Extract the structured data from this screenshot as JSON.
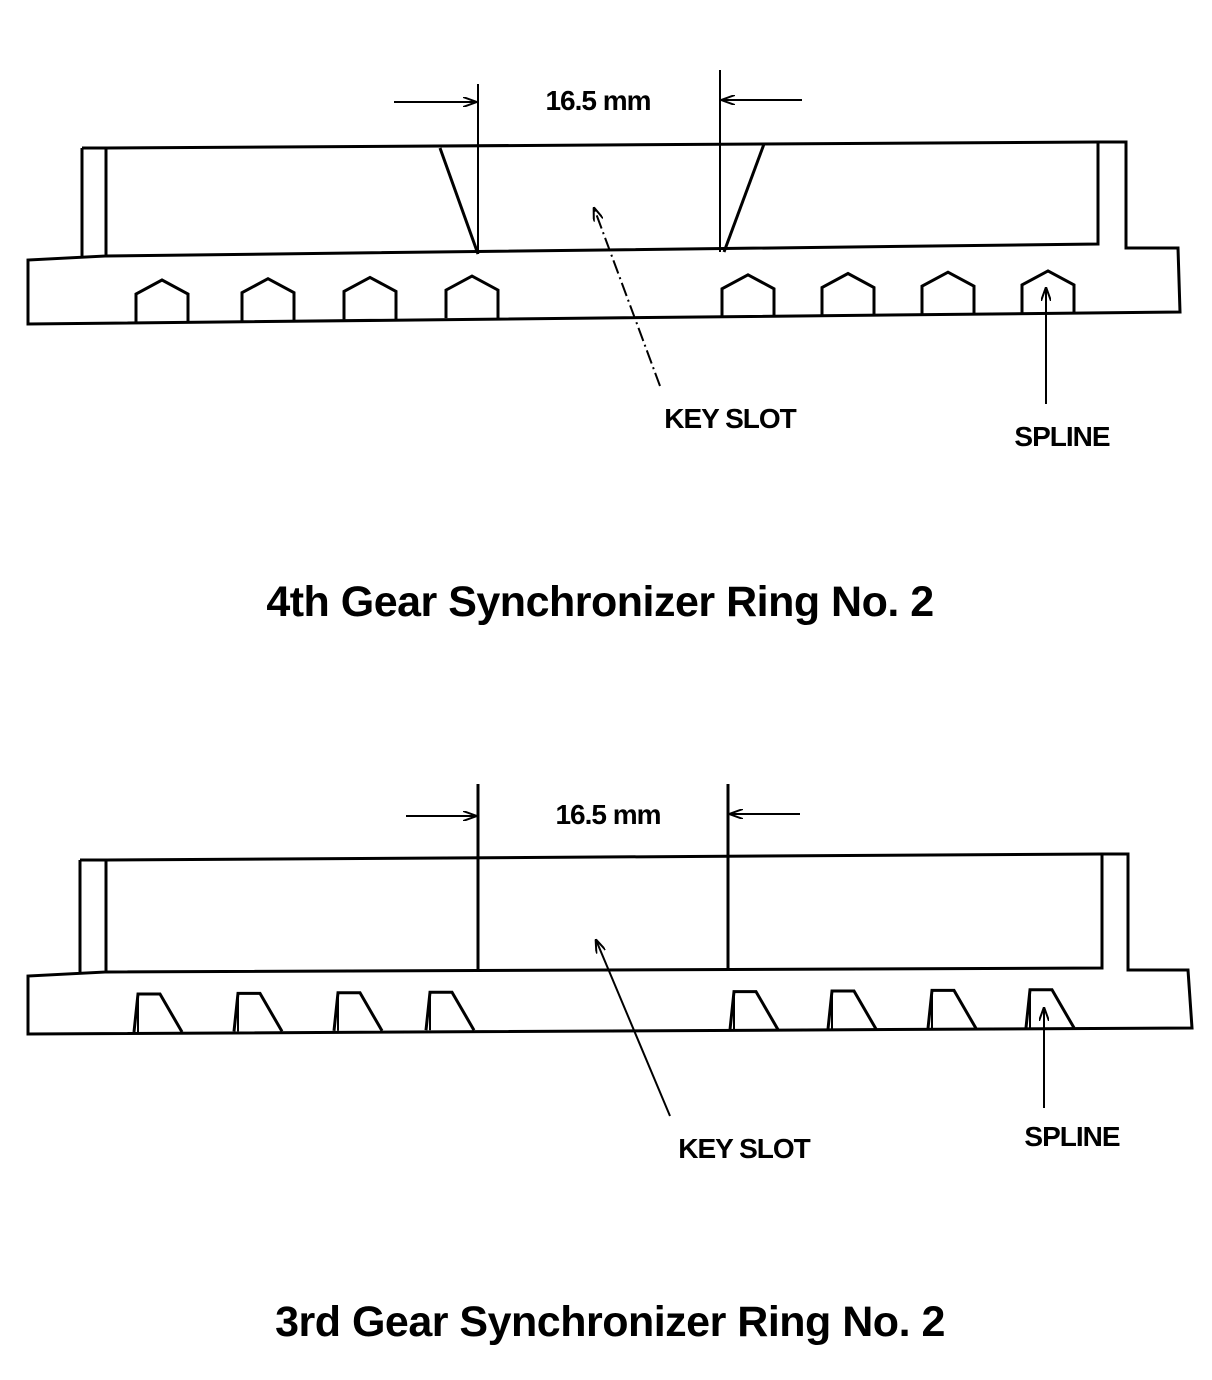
{
  "diagrams": [
    {
      "dimension": "16.5 mm",
      "key_slot_label": "KEY SLOT",
      "spline_label": "SPLINE",
      "title": "4th Gear Synchronizer Ring No. 2"
    },
    {
      "dimension": "16.5 mm",
      "key_slot_label": "KEY SLOT",
      "spline_label": "SPLINE",
      "title": "3rd Gear Synchronizer Ring No. 2"
    }
  ]
}
